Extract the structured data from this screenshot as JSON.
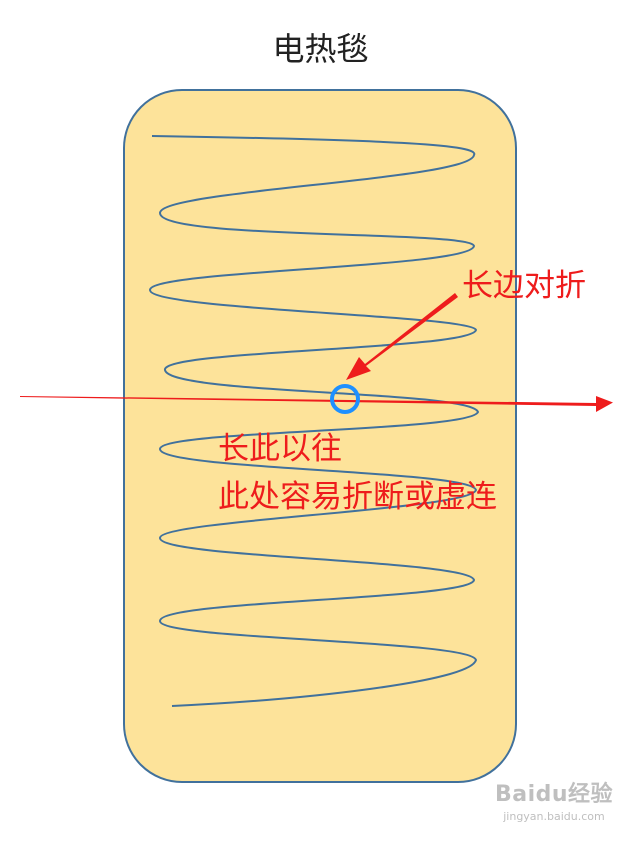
{
  "title": "电热毯",
  "annotations": {
    "fold": "长边对折",
    "consequence_line1": "长此以往",
    "consequence_line2": "此处容易折断或虚连"
  },
  "watermark": {
    "logo": "Baidu经验",
    "url": "jingyan.baidu.com"
  },
  "colors": {
    "blanket_fill": "#FDE39A",
    "blanket_border": "#41719C",
    "wire": "#41719C",
    "annotation": "#EE1C1C",
    "marker_circle": "#1E90FF",
    "watermark": "#bfbfbf"
  }
}
